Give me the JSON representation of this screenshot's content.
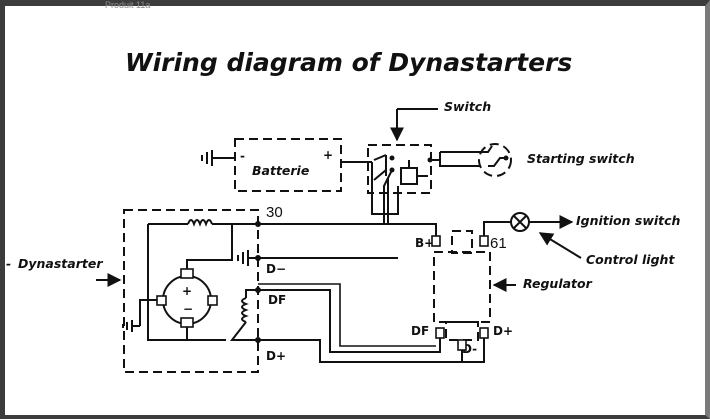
{
  "page": {
    "top_cropped_text": "Produit 11a"
  },
  "diagram": {
    "title": "Wiring diagram of Dynastarters",
    "labels": {
      "switch": "Switch",
      "starting_switch": "Starting switch",
      "ignition_switch": "Ignition switch",
      "control_light": "Control light",
      "regulator": "Regulator",
      "dynastarter": "Dynastarter",
      "batterie": "Batterie",
      "dynastarter_prefix": "-"
    },
    "terminals": {
      "t30": "30",
      "t61": "61",
      "b_plus": "B+",
      "d_minus_dyn": "D−",
      "df_dyn": "DF",
      "d_plus_dyn": "D+",
      "df_reg": "DF",
      "d_plus_reg": "D+",
      "d_minus_reg": "D-",
      "batt_minus": "-",
      "batt_plus": "+",
      "brush_plus": "+",
      "brush_minus": "−"
    }
  }
}
